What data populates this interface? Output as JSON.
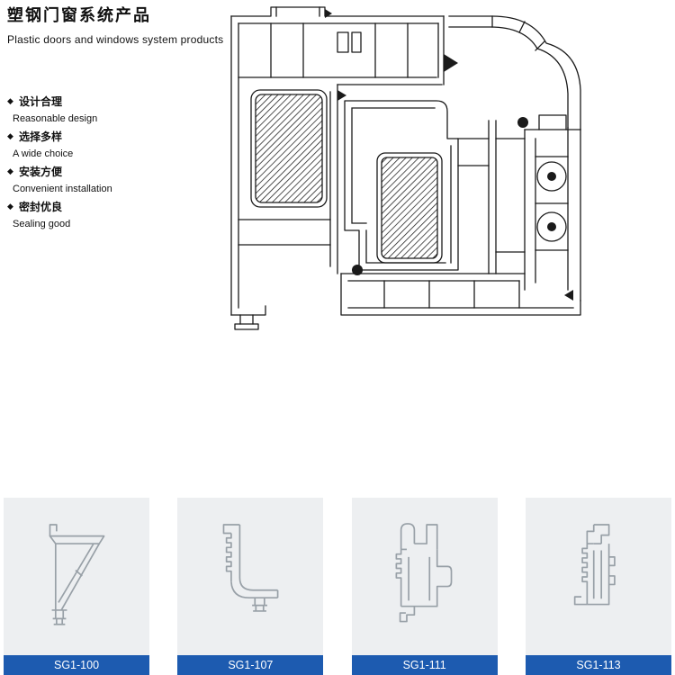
{
  "header": {
    "title_zh": "塑钢门窗系统产品",
    "title_en": "Plastic doors and windows system products"
  },
  "features": [
    {
      "bullet": "◆",
      "zh": "设计合理",
      "en": "Reasonable design"
    },
    {
      "bullet": "◆",
      "zh": "选择多样",
      "en": "A wide choice"
    },
    {
      "bullet": "◆",
      "zh": "安装方便",
      "en": "Convenient installation"
    },
    {
      "bullet": "◆",
      "zh": "密封优良",
      "en": "Sealing good"
    }
  ],
  "drawing": {
    "type": "window-profile-cross-section"
  },
  "products": [
    {
      "code": "SG1-100",
      "icon": "seal-profile-outline-icon"
    },
    {
      "code": "SG1-107",
      "icon": "seal-profile-outline-icon"
    },
    {
      "code": "SG1-111",
      "icon": "seal-profile-outline-icon"
    },
    {
      "code": "SG1-113",
      "icon": "seal-profile-outline-icon"
    }
  ],
  "colors": {
    "label_bar": "#1d5bb0",
    "card_bg": "#edeff1",
    "drawing_line": "#1a1a1a",
    "profile_line": "#98a0a7"
  }
}
